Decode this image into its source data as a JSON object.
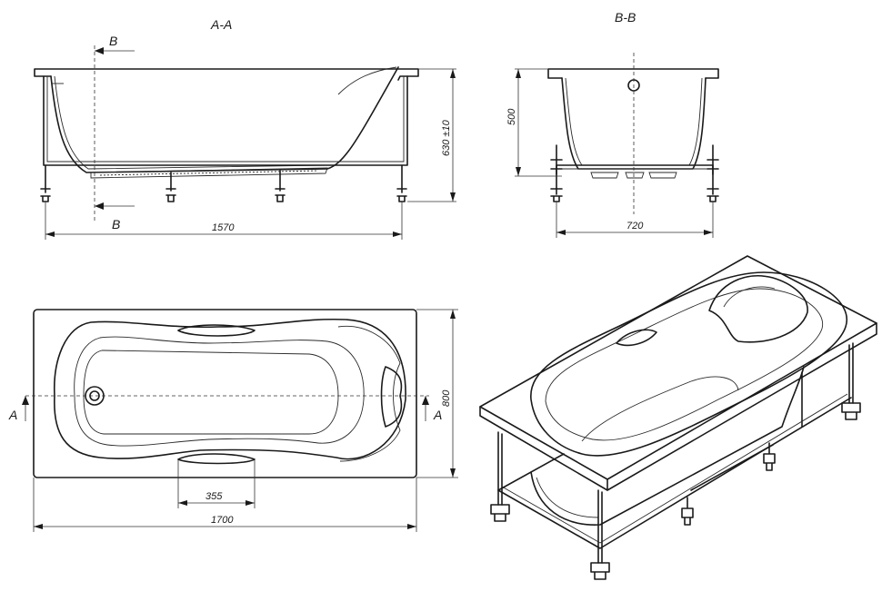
{
  "views": {
    "section_a": {
      "label": "A-A"
    },
    "section_b": {
      "label": "B-B"
    }
  },
  "markers": {
    "section_b_top": "B",
    "section_b_bottom": "B",
    "section_a_left": "A",
    "section_a_right": "A"
  },
  "dimensions": {
    "length_frame": "1570",
    "height_total": "630 ±10",
    "height_b": "500",
    "width_b": "720",
    "length_total": "1700",
    "width_total": "800",
    "handle_width": "355"
  }
}
